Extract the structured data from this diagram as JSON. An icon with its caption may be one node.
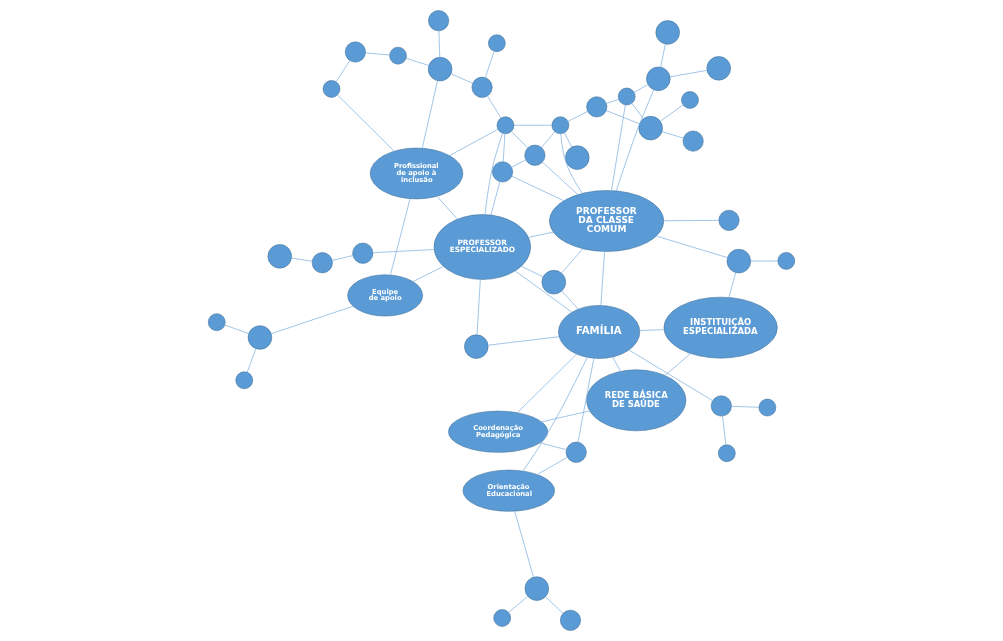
{
  "diagram": {
    "nodes": [
      {
        "text": [
          "PROFESSOR DA CLASSE COMUM"
        ]
      },
      {
        "text": [
          "INSTITUIÇÃO ESPECIALIZADA"
        ]
      },
      {
        "text": [
          "PROFESSOR ESPECIALIZADO"
        ]
      },
      {
        "text": [
          "Profissional de apoio à inclusão"
        ]
      },
      {
        "text": [
          "Equipe de apoio"
        ]
      },
      {
        "text": [
          "FAMÍLIA"
        ]
      },
      {
        "text": [
          "REDE BÁSICA DE SAÚDE"
        ]
      },
      {
        "text": [
          "Coordenação Pedagógica"
        ]
      },
      {
        "text": [
          "Orientação Educacional"
        ]
      },
      {
        "text": [],
        "shape": "circle"
      },
      {
        "text": [],
        "shape": "circle"
      },
      {
        "text": [],
        "shape": "circle"
      },
      {
        "text": [],
        "shape": "circle"
      },
      {
        "text": [],
        "shape": "circle"
      },
      {
        "text": [],
        "shape": "circle"
      },
      {
        "text": [],
        "shape": "circle"
      },
      {
        "text": [],
        "shape": "circle"
      },
      {
        "text": [],
        "shape": "circle"
      },
      {
        "text": [],
        "shape": "circle"
      },
      {
        "text": [],
        "shape": "circle"
      },
      {
        "text": [],
        "shape": "circle"
      },
      {
        "text": [],
        "shape": "circle"
      },
      {
        "text": [],
        "shape": "circle"
      },
      {
        "text": [],
        "shape": "circle"
      },
      {
        "text": [],
        "shape": "circle"
      },
      {
        "text": [],
        "shape": "circle"
      },
      {
        "text": [],
        "shape": "circle"
      },
      {
        "text": [],
        "shape": "circle"
      },
      {
        "text": [],
        "shape": "circle"
      },
      {
        "text": [],
        "shape": "circle"
      },
      {
        "text": [],
        "shape": "circle"
      },
      {
        "text": [],
        "shape": "circle"
      },
      {
        "text": [],
        "shape": "circle"
      },
      {
        "text": [],
        "shape": "circle"
      },
      {
        "text": [],
        "shape": "circle"
      },
      {
        "text": [],
        "shape": "circle"
      },
      {
        "text": [],
        "shape": "circle"
      },
      {
        "text": [],
        "shape": "circle"
      },
      {
        "text": [],
        "shape": "circle"
      },
      {
        "text": [],
        "shape": "circle"
      },
      {
        "text": [],
        "shape": "circle"
      },
      {
        "text": [],
        "shape": "circle"
      },
      {
        "text": [],
        "shape": "circle"
      },
      {
        "text": [],
        "shape": "circle"
      },
      {
        "text": [],
        "shape": "circle"
      },
      {
        "text": [],
        "shape": "circle"
      },
      {
        "text": [],
        "shape": "circle"
      }
    ],
    "edges": [
      {
        "from": 10,
        "to": 11,
        "arrow": "none"
      },
      {
        "from": 9,
        "to": 11,
        "arrow": "none"
      },
      {
        "from": 11,
        "to": 15,
        "arrow": "none"
      },
      {
        "from": 11,
        "to": 13,
        "arrow": "none"
      },
      {
        "from": 13,
        "to": 15,
        "arrow": "none"
      },
      {
        "from": 13,
        "to": 18,
        "arrow": "none"
      },
      {
        "from": 18,
        "to": 17,
        "arrow": "none"
      },
      {
        "from": 15,
        "to": 20,
        "arrow": "none"
      },
      {
        "from": 14,
        "to": 20,
        "arrow": "none"
      },
      {
        "from": 20,
        "to": 23,
        "arrow": "none"
      },
      {
        "from": 20,
        "to": 0,
        "arrow": "none"
      },
      {
        "from": 15,
        "to": 0,
        "arrow": "none"
      },
      {
        "from": 18,
        "to": 0,
        "arrow": "none"
      },
      {
        "from": 18,
        "to": 25,
        "arrow": "none"
      },
      {
        "from": 18,
        "to": 24,
        "arrow": "none"
      },
      {
        "from": 24,
        "to": 25,
        "arrow": "none"
      },
      {
        "from": 0,
        "to": 25,
        "arrow": "none"
      },
      {
        "from": 0,
        "to": 28,
        "arrow": "none"
      },
      {
        "from": 24,
        "to": 28,
        "arrow": "none"
      },
      {
        "from": 25,
        "to": 28,
        "arrow": "none"
      },
      {
        "from": 28,
        "to": 2,
        "arrow": "none"
      },
      {
        "from": 24,
        "to": 2,
        "arrow": "none"
      },
      {
        "from": 24,
        "to": 16,
        "arrow": "none"
      },
      {
        "from": 16,
        "to": 12,
        "arrow": "none"
      },
      {
        "from": 16,
        "to": 26,
        "arrow": "none"
      },
      {
        "from": 24,
        "to": 3,
        "arrow": "none"
      },
      {
        "from": 26,
        "to": 19,
        "arrow": "none"
      },
      {
        "from": 26,
        "to": 21,
        "arrow": "none"
      },
      {
        "from": 21,
        "to": 22,
        "arrow": "none"
      },
      {
        "from": 22,
        "to": 27,
        "arrow": "none"
      },
      {
        "from": 27,
        "to": 3,
        "arrow": "none"
      },
      {
        "from": 26,
        "to": 3,
        "arrow": "none"
      },
      {
        "from": 2,
        "to": 3,
        "arrow": "none"
      },
      {
        "from": 3,
        "to": 4,
        "arrow": "none"
      },
      {
        "from": 2,
        "to": 4,
        "arrow": "none"
      },
      {
        "from": 0,
        "to": 2,
        "arrow": "none"
      },
      {
        "from": 32,
        "to": 2,
        "arrow": "none"
      },
      {
        "from": 0,
        "to": 32,
        "arrow": "none"
      },
      {
        "from": 32,
        "to": 5,
        "arrow": "none"
      },
      {
        "from": 0,
        "to": 5,
        "arrow": "none"
      },
      {
        "from": 2,
        "to": 5,
        "arrow": "none"
      },
      {
        "from": 35,
        "to": 2,
        "arrow": "none"
      },
      {
        "from": 35,
        "to": 5,
        "arrow": "none"
      },
      {
        "from": 2,
        "to": 37,
        "arrow": "none"
      },
      {
        "from": 37,
        "to": 40,
        "arrow": "none"
      },
      {
        "from": 40,
        "to": 41,
        "arrow": "none"
      },
      {
        "from": 4,
        "to": 38,
        "arrow": "none"
      },
      {
        "from": 38,
        "to": 39,
        "arrow": "none"
      },
      {
        "from": 38,
        "to": 42,
        "arrow": "none"
      },
      {
        "from": 5,
        "to": 43,
        "arrow": "none"
      },
      {
        "from": 43,
        "to": 8,
        "arrow": "none"
      },
      {
        "from": 5,
        "to": 8,
        "arrow": "none"
      },
      {
        "from": 5,
        "to": 7,
        "arrow": "none"
      },
      {
        "from": 43,
        "to": 7,
        "arrow": "none"
      },
      {
        "from": 8,
        "to": 44,
        "arrow": "none"
      },
      {
        "from": 44,
        "to": 45,
        "arrow": "none"
      },
      {
        "from": 44,
        "to": 46,
        "arrow": "none"
      },
      {
        "from": 5,
        "to": 6,
        "arrow": "none"
      },
      {
        "from": 6,
        "to": 7,
        "arrow": "none"
      },
      {
        "from": 6,
        "to": 1,
        "arrow": "none"
      },
      {
        "from": 1,
        "to": 5,
        "arrow": "none"
      },
      {
        "from": 1,
        "to": 29,
        "arrow": "none"
      },
      {
        "from": 29,
        "to": 0,
        "arrow": "none"
      },
      {
        "from": 29,
        "to": 30,
        "arrow": "none"
      },
      {
        "from": 31,
        "to": 0,
        "arrow": "none"
      },
      {
        "from": 33,
        "to": 34,
        "arrow": "none"
      },
      {
        "from": 36,
        "to": 34,
        "arrow": "none"
      },
      {
        "from": 34,
        "to": 5,
        "arrow": "none"
      }
    ]
  }
}
